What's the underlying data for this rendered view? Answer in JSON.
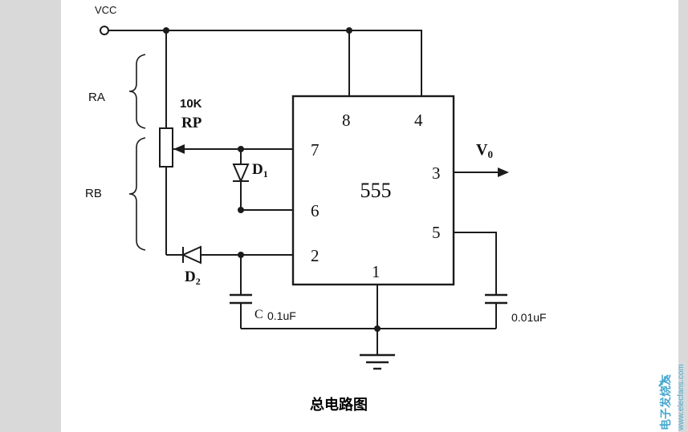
{
  "caption": "总电路图",
  "watermark": {
    "site_name": "电子发烧友",
    "site_url": "www.elecfans.com",
    "color": "#4aa9cf"
  },
  "circuit": {
    "power_label": "VCC",
    "resistor_a_label": "RA",
    "resistor_b_label": "RB",
    "pot_value_label": "10K",
    "pot_name_label": "RP",
    "ic_name": "555",
    "diode1_base": "D",
    "diode1_sub": "1",
    "diode2_base": "D",
    "diode2_sub": "2",
    "output_base": "V",
    "output_sub": "0",
    "cap1_name": "C",
    "cap1_value": "0.1uF",
    "cap2_value": "0.01uF",
    "pins": {
      "p1": "1",
      "p2": "2",
      "p3": "3",
      "p4": "4",
      "p5": "5",
      "p6": "6",
      "p7": "7",
      "p8": "8"
    }
  },
  "colors": {
    "line": "#1b1b1b",
    "side_band": "#d9d9d9"
  }
}
